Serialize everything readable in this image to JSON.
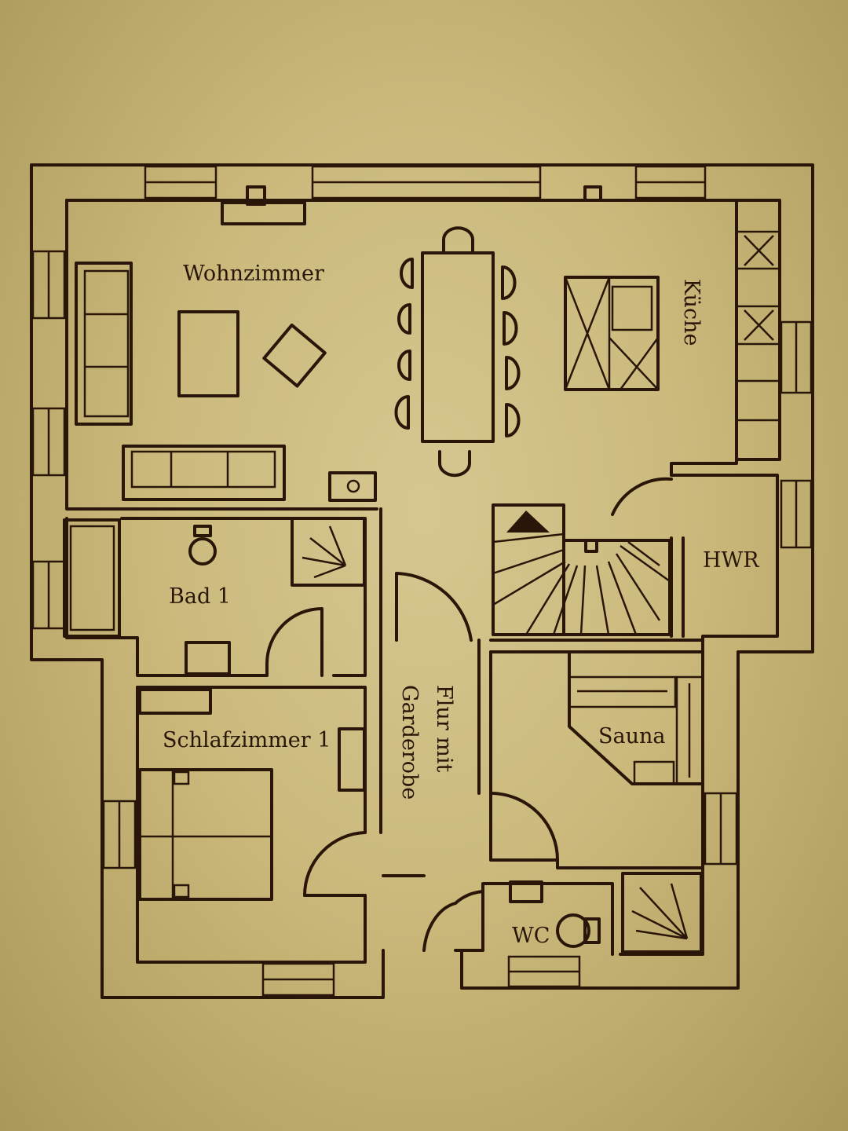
{
  "plan": {
    "rooms": {
      "wohnzimmer": "Wohnzimmer",
      "kueche": "Küche",
      "hwr": "HWR",
      "bad": "Bad 1",
      "schlafzimmer": "Schlafzimmer 1",
      "flur_line1": "Flur mit",
      "flur_line2": "Garderobe",
      "sauna": "Sauna",
      "wc": "WC"
    },
    "colors": {
      "ink": "#2a1608",
      "paper": "#cbb97c"
    }
  }
}
